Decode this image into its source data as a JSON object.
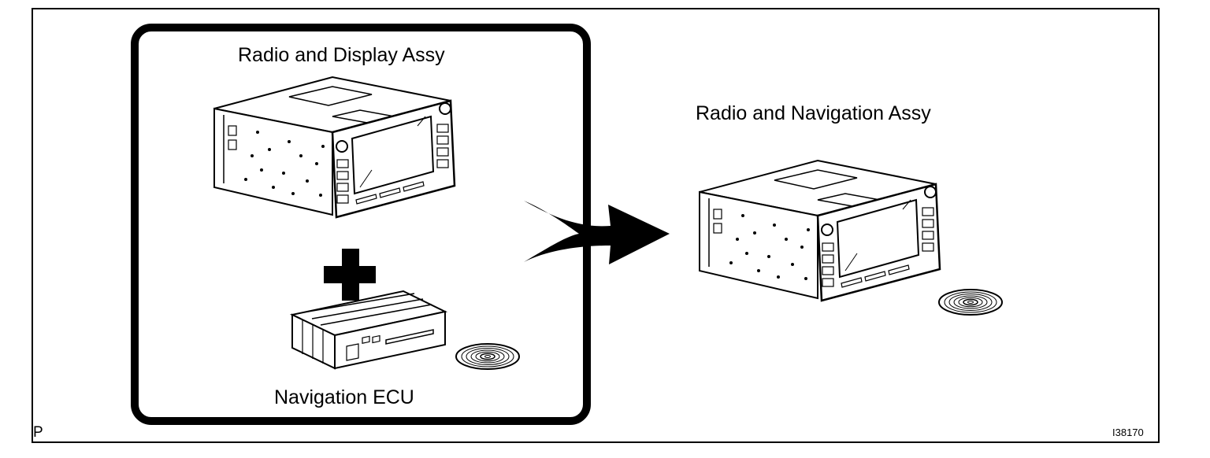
{
  "labels": {
    "radio_display": "Radio and Display Assy",
    "navigation_ecu": "Navigation ECU",
    "radio_navigation": "Radio and Navigation Assy"
  },
  "corner_mark": "P",
  "figure_id": "I38170",
  "icons": {
    "plus": "plus-icon",
    "arrow": "right-arrow-icon",
    "disc": "disc-icon"
  }
}
